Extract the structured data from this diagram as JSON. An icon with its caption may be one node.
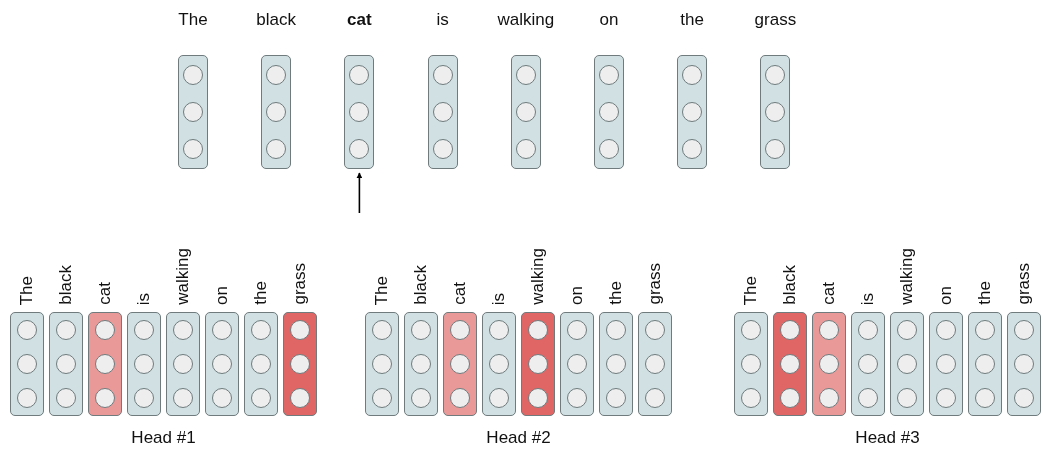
{
  "diagram": {
    "nodes": [
      {
        "text": [
          "The"
        ]
      },
      {
        "text": [
          "black"
        ]
      },
      {
        "text": [
          "cat"
        ]
      },
      {
        "text": [
          "is"
        ]
      },
      {
        "text": [
          "walking"
        ]
      },
      {
        "text": [
          "on"
        ]
      },
      {
        "text": [
          "the"
        ]
      },
      {
        "text": [
          "grass"
        ]
      },
      {
        "text": [
          "The"
        ]
      },
      {
        "text": [
          "black"
        ]
      },
      {
        "text": [
          "cat"
        ]
      },
      {
        "text": [
          "is"
        ]
      },
      {
        "text": [
          "walking"
        ]
      },
      {
        "text": [
          "on"
        ]
      },
      {
        "text": [
          "the"
        ]
      },
      {
        "text": [
          "grass"
        ]
      },
      {
        "text": [
          "The"
        ]
      },
      {
        "text": [
          "black"
        ]
      },
      {
        "text": [
          "cat"
        ]
      },
      {
        "text": [
          "is"
        ]
      },
      {
        "text": [
          "walking"
        ]
      },
      {
        "text": [
          "on"
        ]
      },
      {
        "text": [
          "the"
        ]
      },
      {
        "text": [
          "grass"
        ]
      },
      {
        "text": [
          "The"
        ]
      },
      {
        "text": [
          "black"
        ]
      },
      {
        "text": [
          "cat"
        ]
      },
      {
        "text": [
          "is"
        ]
      },
      {
        "text": [
          "walking"
        ]
      },
      {
        "text": [
          "on"
        ]
      },
      {
        "text": [
          "the"
        ]
      },
      {
        "text": [
          "grass"
        ]
      }
    ],
    "edges": [
      {
        "from": null,
        "to": 2,
        "arrow": "to"
      }
    ],
    "labels": [
      "Head #1",
      "Head #2",
      "Head #3"
    ]
  }
}
